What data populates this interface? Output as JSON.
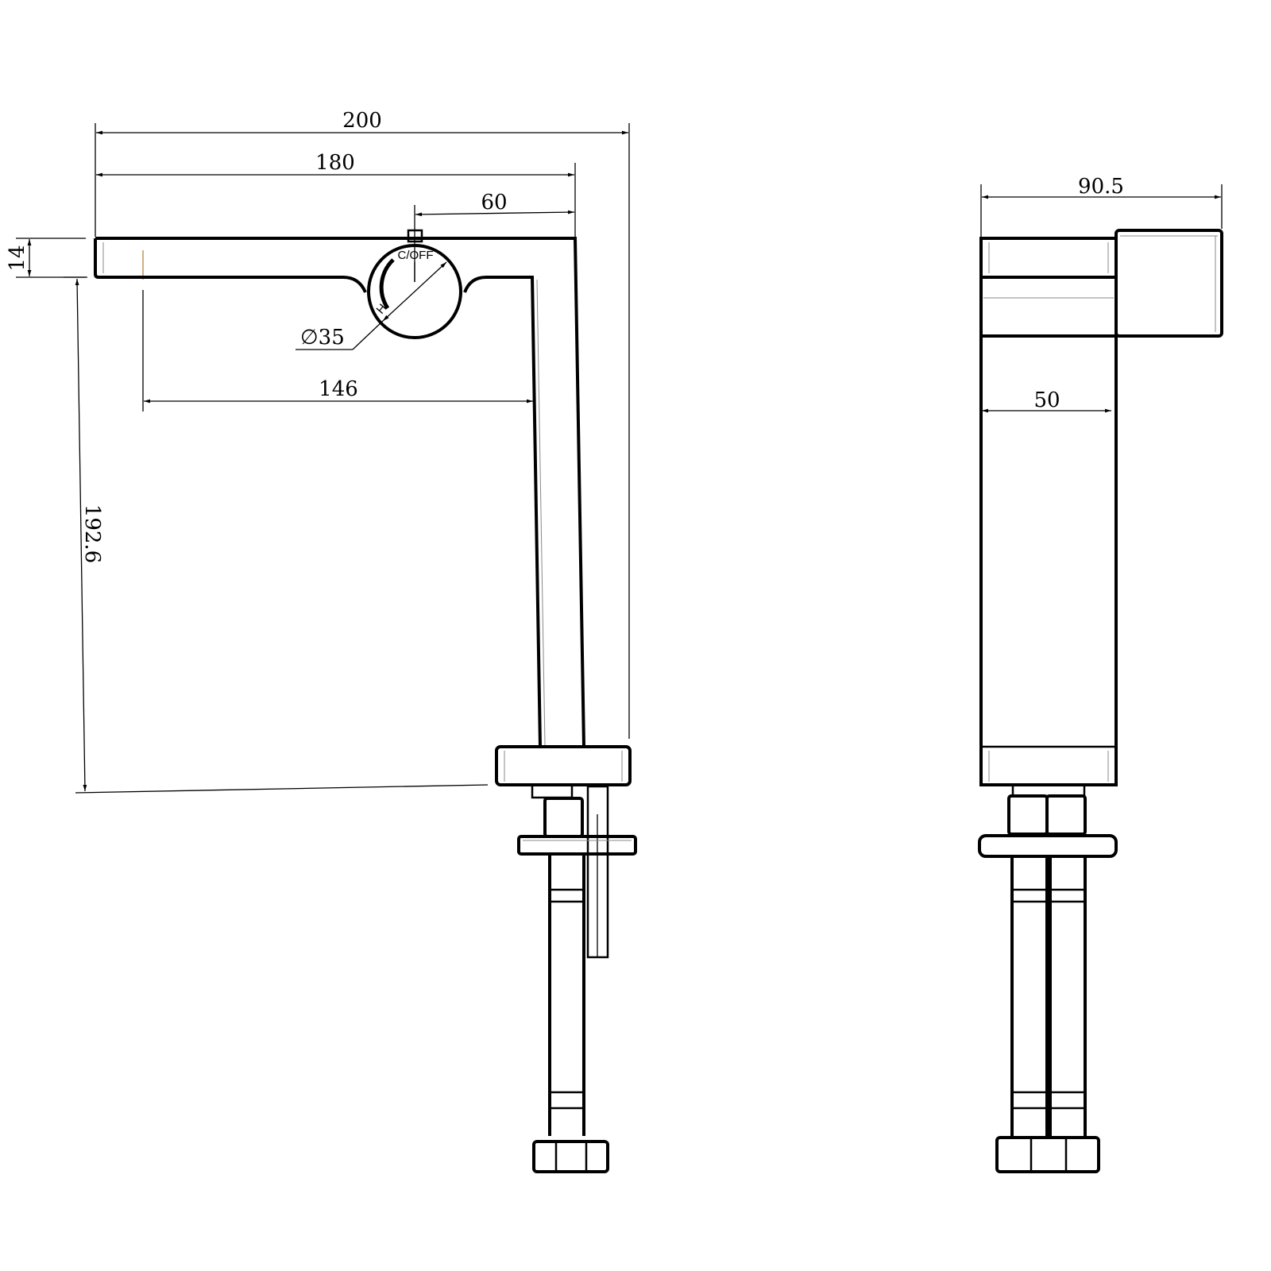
{
  "side_view": {
    "dimensions": {
      "overall_length": "200",
      "spout_length": "180",
      "handle_offset": "60",
      "spout_thickness": "14",
      "reach": "146",
      "height": "192.6",
      "handle_diameter": "∅35"
    },
    "handle_labels": {
      "cold_off": "C/OFF",
      "hot": "H"
    }
  },
  "front_view": {
    "dimensions": {
      "overall_width": "90.5",
      "body_width": "50"
    }
  }
}
